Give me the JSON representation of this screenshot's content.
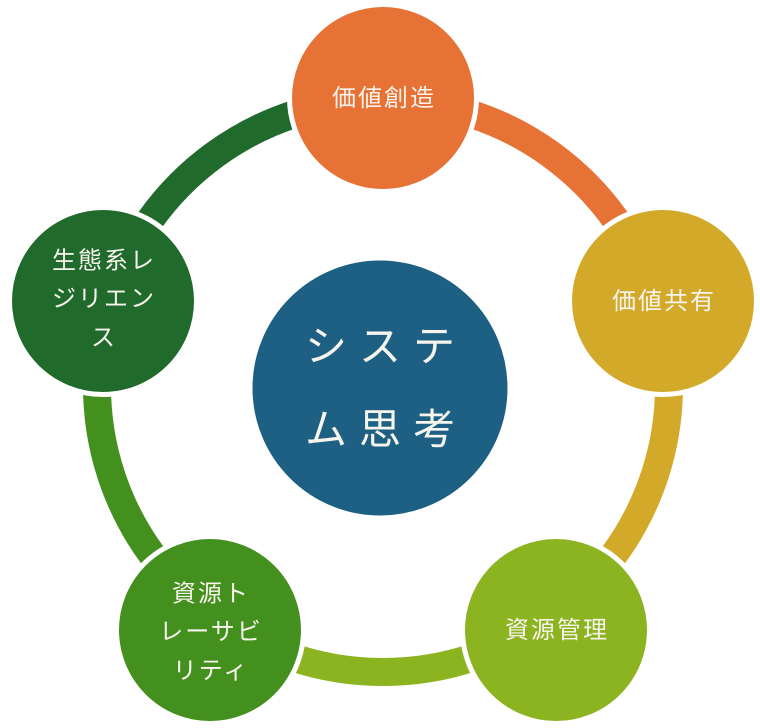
{
  "diagram": {
    "title": "システム思考",
    "center": {
      "label": "システ\nム思考",
      "color": "#1D6083",
      "text_color": "#F7F4EE"
    },
    "nodes": [
      {
        "name": "value-creation",
        "label": "価値創造",
        "color": "#E77235"
      },
      {
        "name": "value-sharing",
        "label": "価値共有",
        "color": "#D3A92A"
      },
      {
        "name": "resource-management",
        "label": "資源管理",
        "color": "#8CB420"
      },
      {
        "name": "resource-traceability",
        "label": "資源ト\nレーサビ\nリティ",
        "color": "#44901E"
      },
      {
        "name": "ecosystem-resilience",
        "label": "生態系レ\nジリエン\nス",
        "color": "#206A2C"
      }
    ],
    "ring_order_clockwise": [
      "value-creation",
      "value-sharing",
      "resource-management",
      "resource-traceability",
      "ecosystem-resilience"
    ]
  }
}
